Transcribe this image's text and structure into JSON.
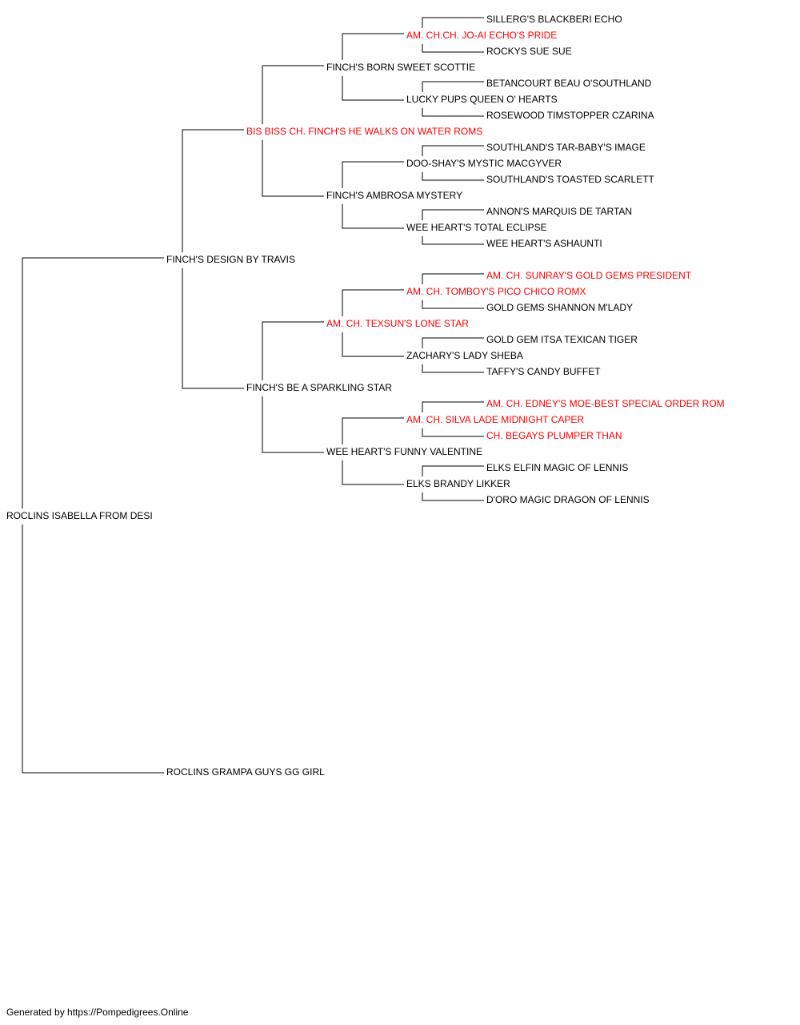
{
  "colors": {
    "champion": "#ff0000",
    "normal": "#000000",
    "line": "#000000"
  },
  "subject": "ROCLINS ISABELLA FROM DESI",
  "pedigree": {
    "sire": "FINCH'S DESIGN BY TRAVIS",
    "dam": "ROCLINS GRAMPA GUYS GG GIRL",
    "sire_sire": "BIS BISS CH. FINCH'S HE WALKS ON WATER ROMS",
    "sire_dam": "FINCH'S BE A SPARKLING STAR",
    "ss_sire": "FINCH'S BORN SWEET SCOTTIE",
    "ss_dam": "FINCH'S AMBROSA MYSTERY",
    "sd_sire": "AM. CH. TEXSUN'S LONE STAR",
    "sd_dam": "WEE HEART'S FUNNY VALENTINE",
    "sss_sire": "AM. CH.CH. JO-AI ECHO'S PRIDE",
    "sss_dam": "LUCKY PUPS QUEEN O' HEARTS",
    "ssd_sire": "DOO-SHAY'S MYSTIC MACGYVER",
    "ssd_dam": "WEE HEART'S TOTAL ECLIPSE",
    "sds_sire": "AM. CH. TOMBOY'S PICO CHICO ROMX",
    "sds_dam": "ZACHARY'S LADY SHEBA",
    "sdd_sire": "AM. CH. SILVA LADE MIDNIGHT CAPER",
    "sdd_dam": "ELKS BRANDY LIKKER",
    "g5": [
      "SILLERG'S BLACKBERI ECHO",
      "ROCKYS SUE SUE",
      "BETANCOURT BEAU O'SOUTHLAND",
      "ROSEWOOD TIMSTOPPER CZARINA",
      "SOUTHLAND'S TAR-BABY'S IMAGE",
      "SOUTHLAND'S TOASTED SCARLETT",
      "ANNON'S MARQUIS DE TARTAN",
      "WEE HEART'S ASHAUNTI",
      "AM. CH. SUNRAY'S GOLD GEMS PRESIDENT",
      "GOLD GEMS SHANNON M'LADY",
      "GOLD GEM ITSA TEXICAN TIGER",
      "TAFFY'S CANDY BUFFET",
      "AM. CH. EDNEY'S MOE-BEST SPECIAL ORDER ROM",
      "CH. BEGAYS PLUMPER THAN",
      "ELKS ELFIN MAGIC OF LENNIS",
      "D'ORO MAGIC DRAGON OF LENNIS"
    ]
  },
  "footer": "Generated by https://Pompedigrees.Online"
}
